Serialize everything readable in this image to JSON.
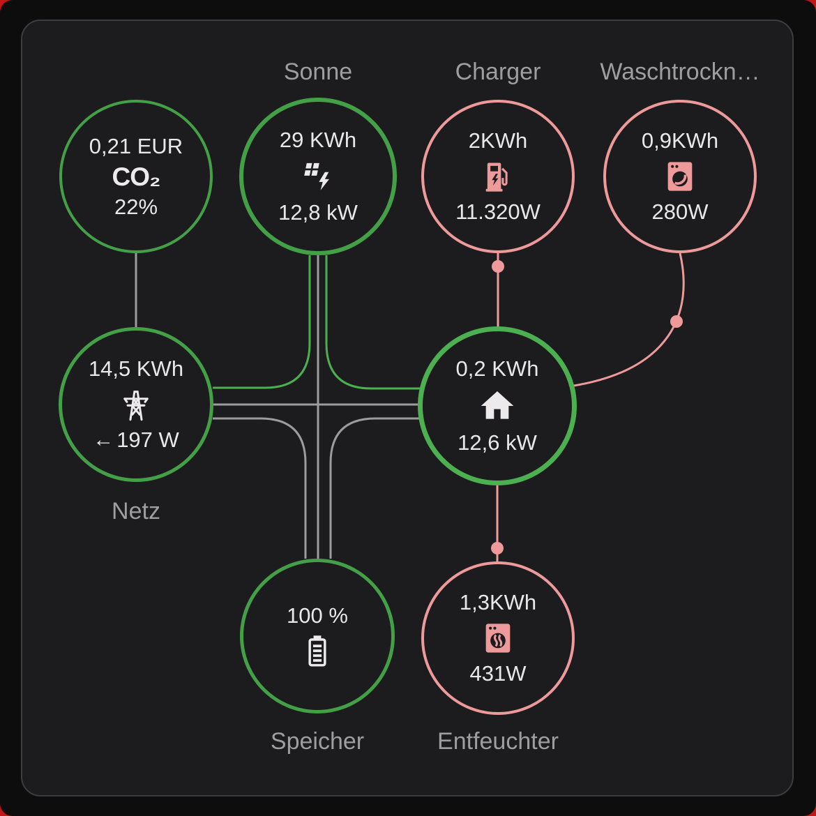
{
  "card": {
    "title": "power-flow-card",
    "nodes": {
      "co2": {
        "icon": "molecule-co2-icon",
        "icon_text": "CO₂",
        "value_top": "0,21 EUR",
        "value_bottom": "22%"
      },
      "solar": {
        "label": "Sonne",
        "icon": "solar-power-icon",
        "value_top": "29 KWh",
        "value_bottom": "12,8 kW"
      },
      "charger": {
        "label": "Charger",
        "icon": "ev-station-icon",
        "value_top": "2KWh",
        "value_bottom": "11.320W"
      },
      "washer": {
        "label": "Waschtrockn…",
        "icon": "washing-machine-icon",
        "value_top": "0,9KWh",
        "value_bottom": "280W"
      },
      "grid": {
        "label": "Netz",
        "icon": "transmission-tower-icon",
        "value_top": "14,5 KWh",
        "arrow": "←",
        "value_bottom": "197 W"
      },
      "home": {
        "icon": "home-icon",
        "value_top": "0,2 KWh",
        "value_bottom": "12,6 kW"
      },
      "battery": {
        "label": "Speicher",
        "icon": "battery-icon",
        "value_top": "100 %"
      },
      "dehumidifier": {
        "label": "Entfeuchter",
        "icon": "tumble-dryer-icon",
        "value_top": "1,3KWh",
        "value_bottom": "431W"
      }
    },
    "colors": {
      "green": "#43a047",
      "green_bright": "#4caf50",
      "pink": "#ef9a9a",
      "line_gray": "#9c9c9c",
      "label": "#9e9e9e",
      "value": "#e8e8e8",
      "card_bg": "#1c1c1e",
      "screen_bg": "#0d0d0d",
      "corner_bg": "#c01818"
    }
  }
}
